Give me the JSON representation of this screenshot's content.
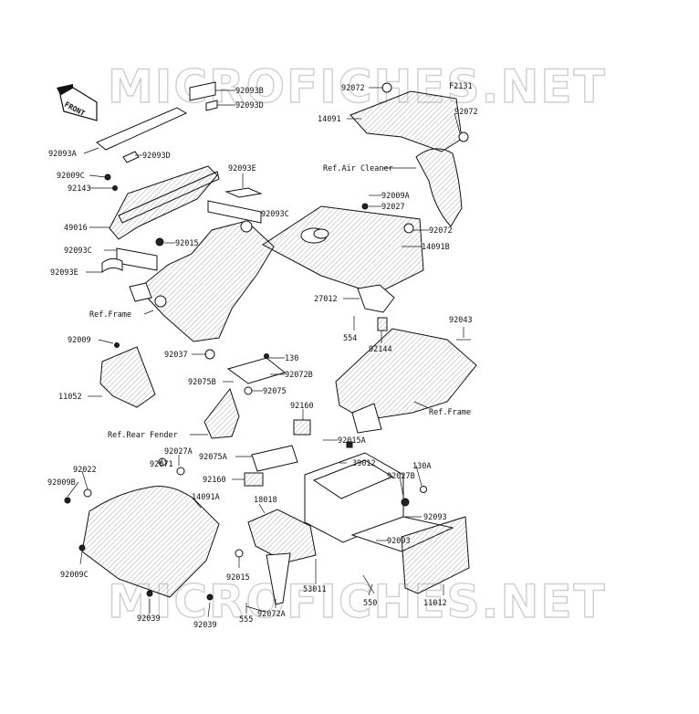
{
  "watermark": "MICROFICHES.NET",
  "diagram_code": "F2131",
  "front_arrow": "FRONT",
  "labels": {
    "p92093B": "92093B",
    "p92093D_top": "92093D",
    "p92093A": "92093A",
    "p92093D_mid": "92093D",
    "p92009C_left": "92009C",
    "p92143": "92143",
    "p92093E_top": "92093E",
    "p49016": "49016",
    "p92093C_right": "92093C",
    "p92015_mid": "92015",
    "p92093C_left": "92093C",
    "p92093E_left": "92093E",
    "p92072_top": "92072",
    "p92072_right": "92072",
    "p14091": "14091",
    "p92009A": "92009A",
    "p92027": "92027",
    "p92072_mid": "92072",
    "p14091B": "14091B",
    "p27012": "27012",
    "p554": "554",
    "p92144": "92144",
    "p92043": "92043",
    "p92009": "92009",
    "p92037": "92037",
    "p130": "130",
    "p92072B": "92072B",
    "p92075B": "92075B",
    "p92075": "92075",
    "p11052": "11052",
    "p92160_top": "92160",
    "p92015A": "92015A",
    "p92027A": "92027A",
    "p92075A": "92075A",
    "p92071": "92071",
    "p39012": "39012",
    "p130A": "130A",
    "p92022": "92022",
    "p92160_bot": "92160",
    "p92027B": "92027B",
    "p14091A": "14091A",
    "p18018": "18018",
    "p92009B": "92009B",
    "p92093": "92093",
    "p92093_inner": "92093",
    "p92009C_bot": "92009C",
    "p92015_bot": "92015",
    "p53011": "53011",
    "p550": "550",
    "p11012": "11012",
    "p92039_a": "92039",
    "p92039_b": "92039",
    "p555": "555",
    "p92072A": "92072A"
  },
  "refs": {
    "air_cleaner": "Ref.Air Cleaner",
    "frame_left": "Ref.Frame",
    "frame_right": "Ref.Frame",
    "rear_fender": "Ref.Rear Fender"
  }
}
